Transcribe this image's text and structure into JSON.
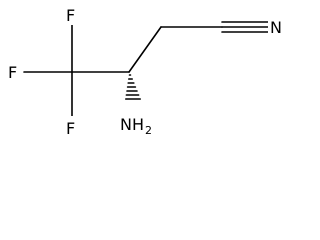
{
  "molecule": {
    "atoms": {
      "f_top": "F",
      "f_left": "F",
      "f_bottom": "F",
      "nitrogen_nitrile": "N",
      "amine_label": "NH",
      "amine_subscript": "2"
    },
    "colors": {
      "bond": "#000000",
      "text": "#000000",
      "background": "#ffffff"
    }
  }
}
